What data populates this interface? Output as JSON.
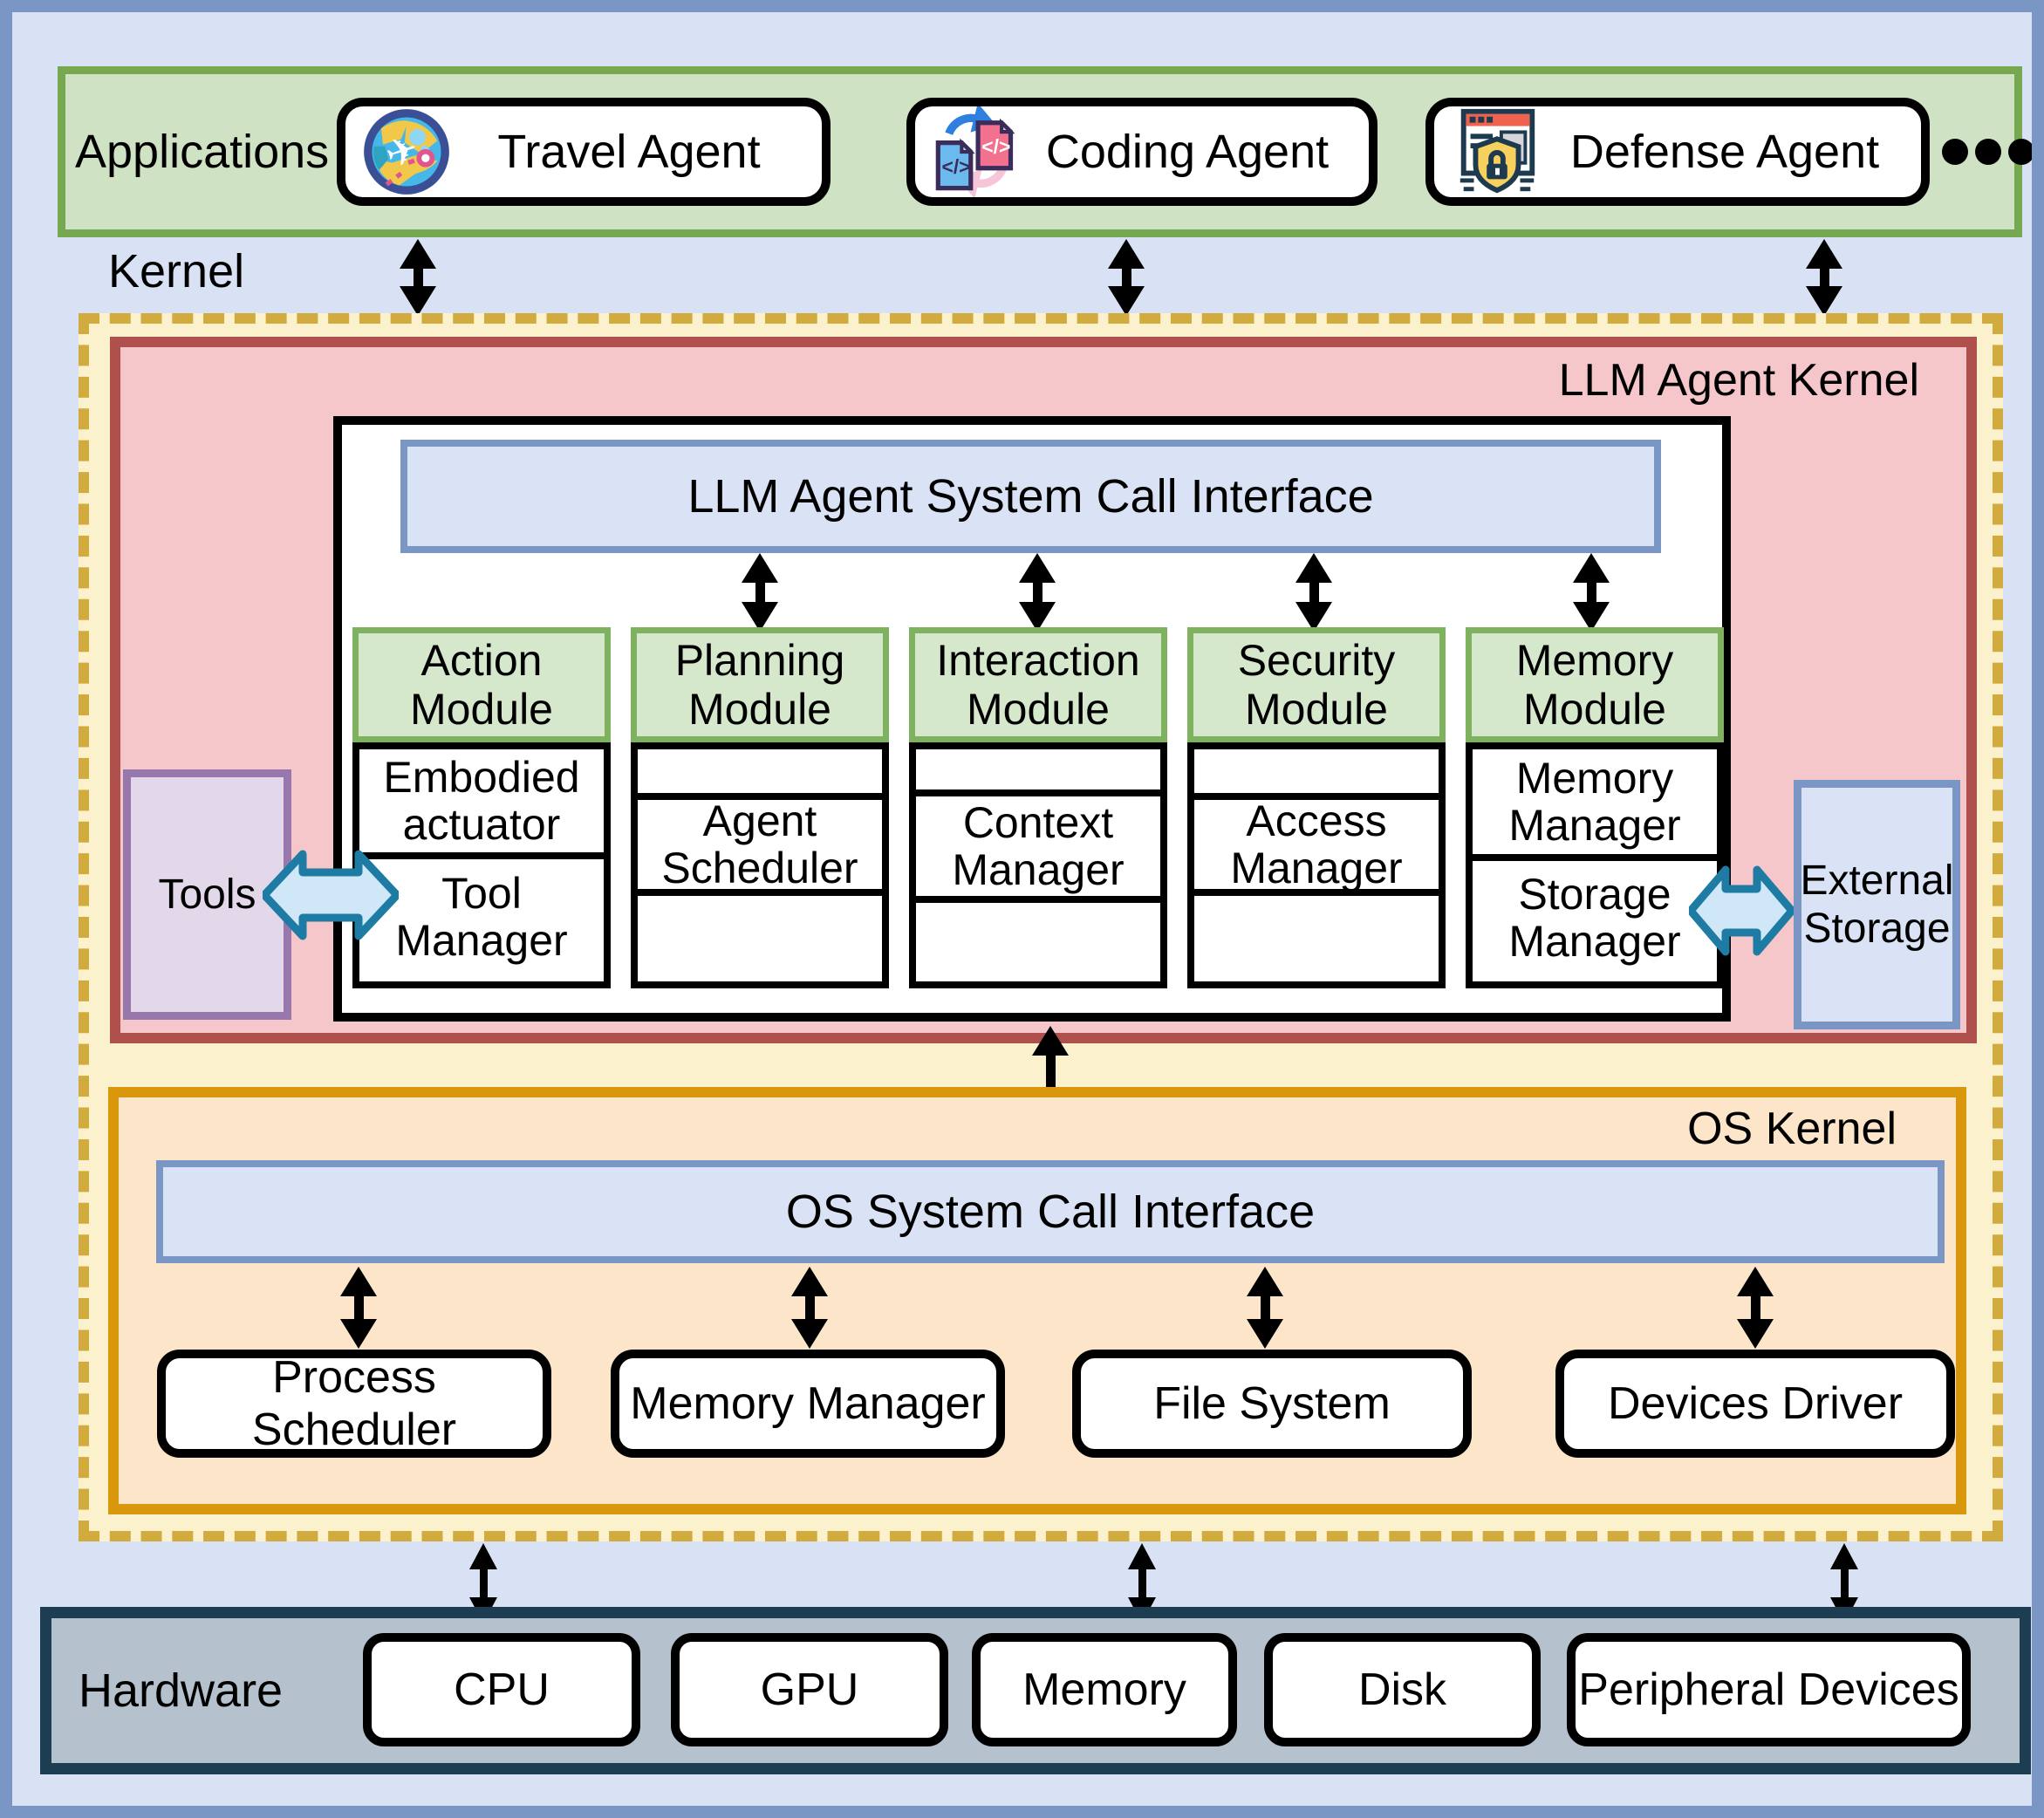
{
  "applications": {
    "label": "Applications",
    "agents": [
      {
        "label": "Travel Agent",
        "icon": "travel-globe-icon"
      },
      {
        "label": "Coding Agent",
        "icon": "code-files-icon"
      },
      {
        "label": "Defense Agent",
        "icon": "shield-browser-icon"
      }
    ],
    "more_indicator": "more agents (ellipsis)"
  },
  "kernel_label": "Kernel",
  "llm_kernel": {
    "title": "LLM Agent Kernel",
    "syscall_bar": "LLM Agent System Call Interface",
    "modules": [
      {
        "title": "Action Module",
        "rows": [
          "Embodied actuator",
          "Tool Manager"
        ]
      },
      {
        "title": "Planning Module",
        "rows": [
          "",
          "Agent Scheduler",
          ""
        ]
      },
      {
        "title": "Interaction Module",
        "rows": [
          "",
          "Context Manager",
          ""
        ]
      },
      {
        "title": "Security Module",
        "rows": [
          "",
          "Access Manager",
          ""
        ]
      },
      {
        "title": "Memory Module",
        "rows": [
          "Memory Manager",
          "Storage Manager"
        ]
      }
    ],
    "tools_label": "Tools",
    "external_storage_label": "External Storage"
  },
  "os_kernel": {
    "title": "OS Kernel",
    "syscall_bar": "OS System Call Interface",
    "components": [
      "Process Scheduler",
      "Memory Manager",
      "File System",
      "Devices Driver"
    ]
  },
  "hardware": {
    "title": "Hardware",
    "components": [
      "CPU",
      "GPU",
      "Memory",
      "Disk",
      "Peripheral Devices"
    ]
  },
  "colors": {
    "frame_border": "#7a96c4",
    "frame_bg": "#d9e2f4",
    "apps_bg": "#cfe2c4",
    "apps_border": "#76a94f",
    "kernel_dash": "#d2ab3e",
    "kernel_bg": "#fbf1cc",
    "llm_bg": "#f6c7ca",
    "llm_border": "#b0504d",
    "interface_bg": "#dae3f5",
    "interface_border": "#7a96c4",
    "module_header_bg": "#d6e8cc",
    "module_header_border": "#7fb25f",
    "tools_bg": "#e2d8ea",
    "tools_border": "#9878ac",
    "os_bg": "#fce5c8",
    "os_border": "#d9980c",
    "hw_bg": "#b5c2cd",
    "hw_border": "#1d3e52",
    "bigarrow_fill": "#cfe7f6",
    "bigarrow_stroke": "#1e7ba3"
  }
}
